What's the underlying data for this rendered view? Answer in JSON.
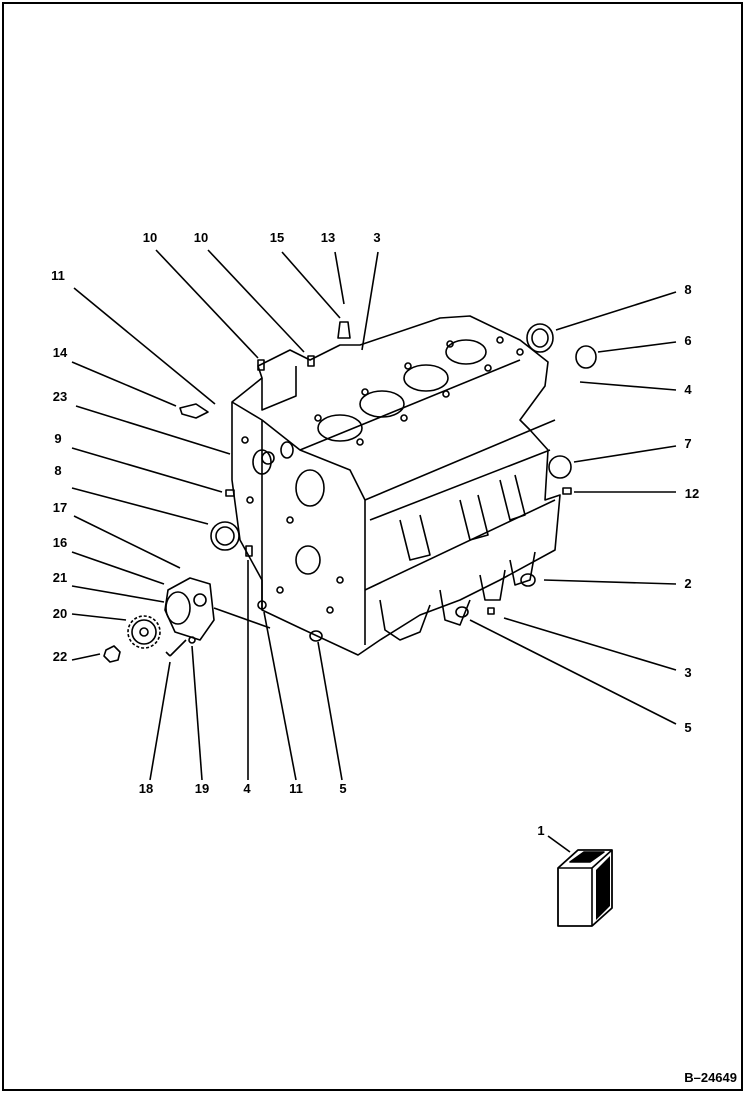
{
  "figure": {
    "reference": "B–24649"
  },
  "callouts": [
    {
      "id": "c-11-top",
      "label": "11"
    },
    {
      "id": "c-10-a",
      "label": "10"
    },
    {
      "id": "c-10-b",
      "label": "10"
    },
    {
      "id": "c-15",
      "label": "15"
    },
    {
      "id": "c-13",
      "label": "13"
    },
    {
      "id": "c-3-top",
      "label": "3"
    },
    {
      "id": "c-14",
      "label": "14"
    },
    {
      "id": "c-23",
      "label": "23"
    },
    {
      "id": "c-9",
      "label": "9"
    },
    {
      "id": "c-8-left",
      "label": "8"
    },
    {
      "id": "c-17",
      "label": "17"
    },
    {
      "id": "c-16",
      "label": "16"
    },
    {
      "id": "c-21",
      "label": "21"
    },
    {
      "id": "c-20",
      "label": "20"
    },
    {
      "id": "c-22",
      "label": "22"
    },
    {
      "id": "c-8-right",
      "label": "8"
    },
    {
      "id": "c-6",
      "label": "6"
    },
    {
      "id": "c-4-right",
      "label": "4"
    },
    {
      "id": "c-7",
      "label": "7"
    },
    {
      "id": "c-12",
      "label": "12"
    },
    {
      "id": "c-2",
      "label": "2"
    },
    {
      "id": "c-3-right",
      "label": "3"
    },
    {
      "id": "c-5-right",
      "label": "5"
    },
    {
      "id": "c-18",
      "label": "18"
    },
    {
      "id": "c-19",
      "label": "19"
    },
    {
      "id": "c-4-bottom",
      "label": "4"
    },
    {
      "id": "c-11-bottom",
      "label": "11"
    },
    {
      "id": "c-5-bottom",
      "label": "5"
    },
    {
      "id": "c-1",
      "label": "1"
    }
  ]
}
